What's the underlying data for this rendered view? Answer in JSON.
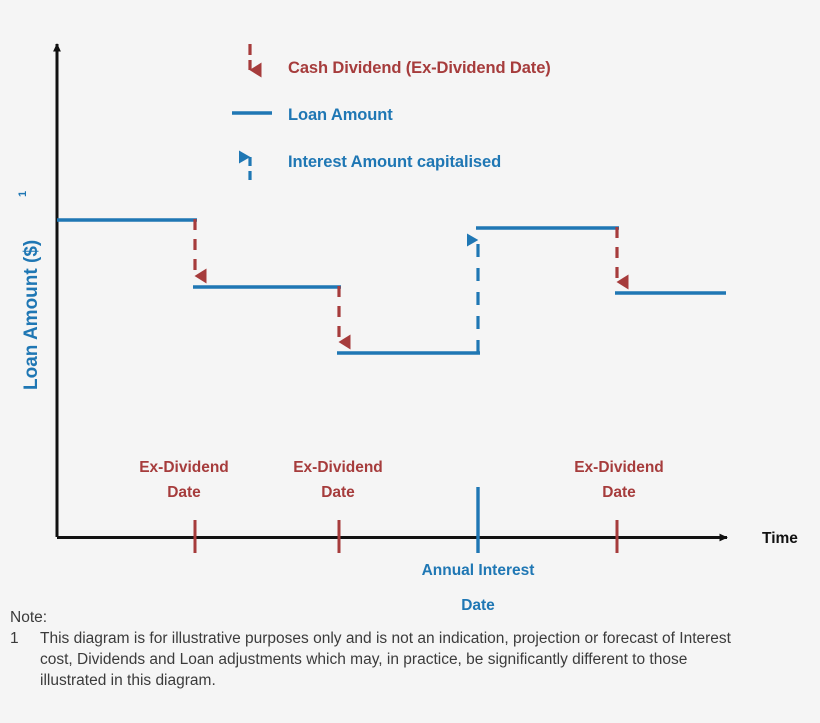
{
  "figure": {
    "background_color": "#f5f5f5",
    "axis_color": "#111111",
    "loan_color": "#1f77b4",
    "dividend_color": "#a63c3c"
  },
  "axes": {
    "y_label": "Loan Amount ($)",
    "y_label_superscript": "1",
    "x_label": "Time"
  },
  "legend": {
    "items": [
      {
        "key": "cash-dividend",
        "label": "Cash Dividend (Ex-Dividend Date)",
        "color": "#a63c3c",
        "marker": "dashed-down-arrow-icon"
      },
      {
        "key": "loan-amount",
        "label": "Loan Amount",
        "color": "#1f77b4",
        "marker": "solid-line-icon"
      },
      {
        "key": "interest-capitalised",
        "label": "Interest Amount capitalised",
        "color": "#1f77b4",
        "marker": "dashed-up-arrow-icon"
      }
    ]
  },
  "event_labels": [
    {
      "key": "ex-dividend-1",
      "line1": "Ex-Dividend",
      "line2": "Date",
      "color": "#a63c3c",
      "position": "above-axis"
    },
    {
      "key": "ex-dividend-2",
      "line1": "Ex-Dividend",
      "line2": "Date",
      "color": "#a63c3c",
      "position": "above-axis"
    },
    {
      "key": "annual-interest",
      "line1": "Annual Interest",
      "line2": "Date",
      "color": "#1f77b4",
      "position": "below-axis"
    },
    {
      "key": "ex-dividend-3",
      "line1": "Ex-Dividend",
      "line2": "Date",
      "color": "#a63c3c",
      "position": "above-axis"
    }
  ],
  "notes": {
    "heading": "Note:",
    "items": [
      {
        "marker": "1",
        "text": "This diagram is for illustrative purposes only and is not an indication, projection or forecast of Interest cost, Dividends and Loan adjustments which may, in practice, be significantly different to those illustrated in this diagram."
      }
    ]
  },
  "chart_data": {
    "type": "line",
    "title": "",
    "xlabel": "Time",
    "ylabel": "Loan Amount ($)",
    "grid": false,
    "legend_position": "top-center",
    "xlim": [
      57,
      735
    ],
    "ylim": [
      537,
      37
    ],
    "series": [
      {
        "name": "Loan Amount",
        "type": "step",
        "color": "#1f77b4",
        "segments": [
          {
            "x_start": 57,
            "x_end": 195,
            "y": 220
          },
          {
            "x_start": 195,
            "x_end": 339,
            "y": 287
          },
          {
            "x_start": 339,
            "x_end": 478,
            "y": 353
          },
          {
            "x_start": 478,
            "x_end": 617,
            "y": 228
          },
          {
            "x_start": 617,
            "x_end": 726,
            "y": 293
          }
        ]
      },
      {
        "name": "Cash Dividend (Ex-Dividend Date)",
        "type": "arrow-down-dashed",
        "color": "#a63c3c",
        "arrows": [
          {
            "x": 195,
            "y_start": 220,
            "y_end": 287
          },
          {
            "x": 339,
            "y_start": 287,
            "y_end": 353
          },
          {
            "x": 617,
            "y_start": 228,
            "y_end": 293
          }
        ]
      },
      {
        "name": "Interest Amount capitalised",
        "type": "arrow-up-dashed",
        "color": "#1f77b4",
        "arrows": [
          {
            "x": 478,
            "y_start": 353,
            "y_end": 228
          }
        ]
      }
    ],
    "x_ticks": [
      {
        "x": 195,
        "label": "Ex-Dividend Date",
        "color": "#a63c3c"
      },
      {
        "x": 339,
        "label": "Ex-Dividend Date",
        "color": "#a63c3c"
      },
      {
        "x": 478,
        "label": "Annual Interest Date",
        "color": "#1f77b4"
      },
      {
        "x": 617,
        "label": "Ex-Dividend Date",
        "color": "#a63c3c"
      }
    ]
  }
}
